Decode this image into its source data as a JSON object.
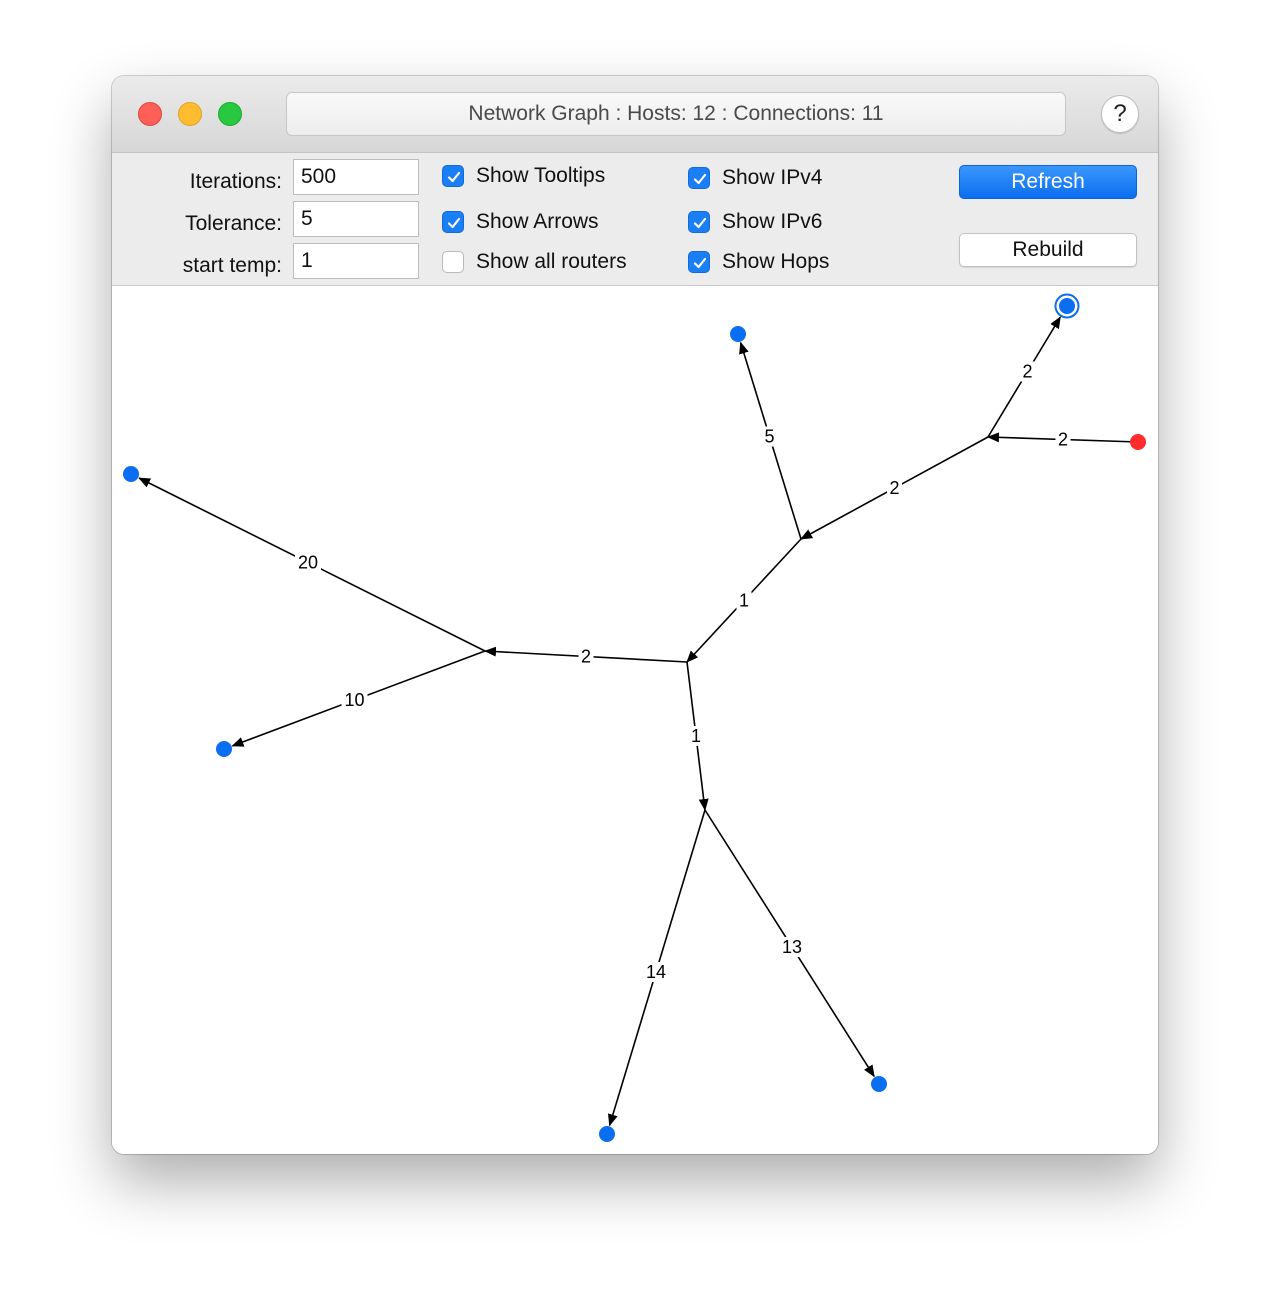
{
  "window": {
    "title": "Network Graph : Hosts: 12 : Connections: 11",
    "help_label": "?"
  },
  "controls": {
    "fields": [
      {
        "label": "Iterations:",
        "value": "500"
      },
      {
        "label": "Tolerance:",
        "value": "5"
      },
      {
        "label": "start temp:",
        "value": "1"
      }
    ],
    "checkboxes": [
      {
        "label": "Show Tooltips",
        "checked": true
      },
      {
        "label": "Show Arrows",
        "checked": true
      },
      {
        "label": "Show all routers",
        "checked": false
      },
      {
        "label": "Show IPv4",
        "checked": true
      },
      {
        "label": "Show IPv6",
        "checked": true
      },
      {
        "label": "Show Hops",
        "checked": true
      }
    ],
    "refresh_label": "Refresh",
    "rebuild_label": "Rebuild"
  },
  "graph": {
    "colors": {
      "host": "#0a6ef0",
      "local_host": "#ff2d2d",
      "edge": "#000000"
    },
    "edges": [
      {
        "from": "local",
        "to": "r1",
        "hops": "2"
      },
      {
        "from": "r1",
        "to": "host_selected",
        "hops": "2"
      },
      {
        "from": "r1",
        "to": "r2",
        "hops": "2"
      },
      {
        "from": "r2",
        "to": "host_top",
        "hops": "5"
      },
      {
        "from": "r2",
        "to": "r3",
        "hops": "1"
      },
      {
        "from": "r3",
        "to": "r4",
        "hops": "2"
      },
      {
        "from": "r4",
        "to": "host_left_top",
        "hops": "20"
      },
      {
        "from": "r4",
        "to": "host_left",
        "hops": "10"
      },
      {
        "from": "r3",
        "to": "r5",
        "hops": "1"
      },
      {
        "from": "r5",
        "to": "host_bottom",
        "hops": "14"
      },
      {
        "from": "r5",
        "to": "host_bottom_right",
        "hops": "13"
      }
    ]
  }
}
